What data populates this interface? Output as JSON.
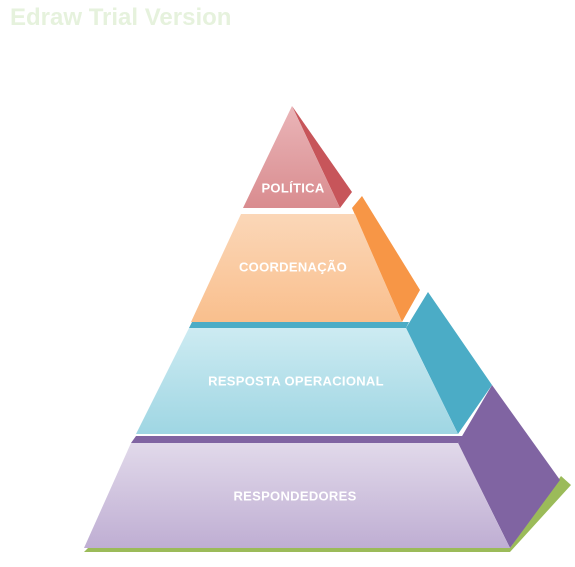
{
  "watermark": "Edraw Trial Version",
  "pyramid": {
    "levels": [
      {
        "label": "POLÍTICA",
        "front_color_top": "#eab5b8",
        "front_color_bottom": "#d98c8f",
        "side_color": "#c7555a"
      },
      {
        "label": "COORDENAÇÃO",
        "front_color_top": "#fbd7b8",
        "front_color_bottom": "#f9bf8d",
        "side_color": "#f79646"
      },
      {
        "label": "RESPOSTA OPERACIONAL",
        "front_color_top": "#cdebf2",
        "front_color_bottom": "#9fd6e3",
        "side_color": "#4bacc6"
      },
      {
        "label": "RESPONDEDORES",
        "front_color_top": "#e1d9ea",
        "front_color_bottom": "#bfaed3",
        "side_color": "#8064a2"
      }
    ],
    "base_color": "#9bbb59"
  }
}
